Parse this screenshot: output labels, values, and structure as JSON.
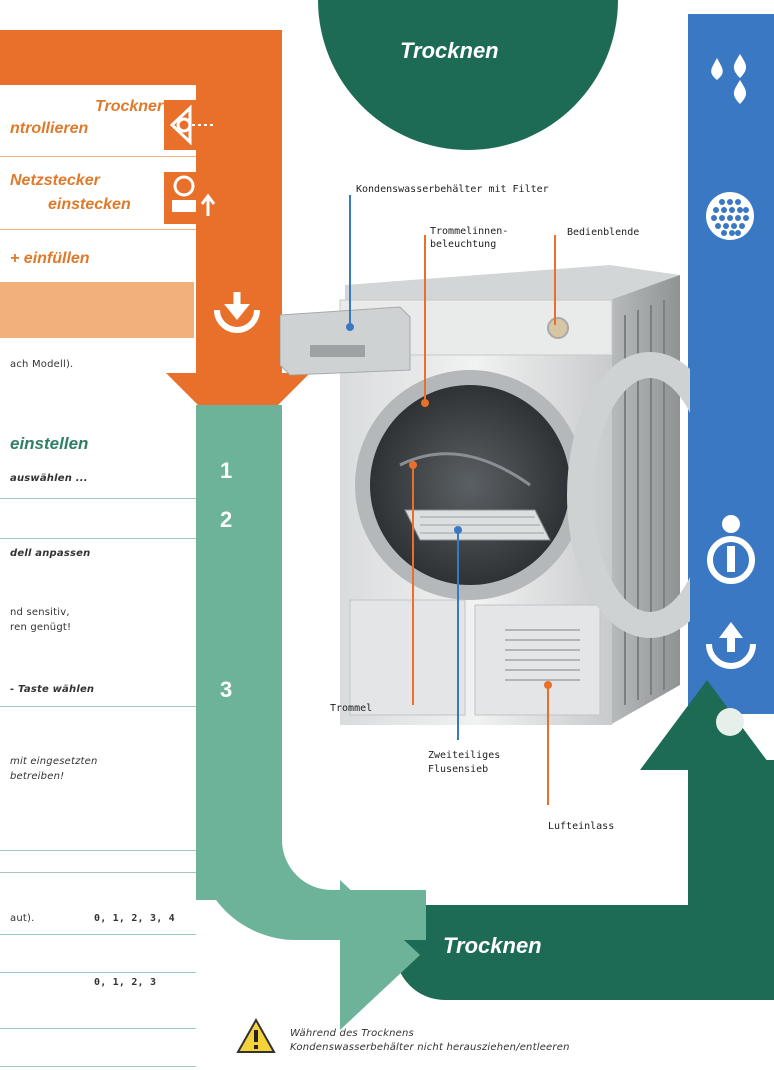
{
  "header": {
    "title": "Trocknen"
  },
  "left_panel": {
    "step1_title_line1": "Trockner",
    "step1_title_line2": "ntrollieren",
    "step2_title_line1": "Netzstecker",
    "step2_title_line2": "einstecken",
    "step3_title": "+ einfüllen",
    "note_model": "ach Modell).",
    "section_title": "einstellen",
    "item1": "auswählen ...",
    "item2": "dell anpassen",
    "item3_line1": "nd sensitiv,",
    "item3_line2": "ren genügt!",
    "item4": "- Taste wählen",
    "item5_line1": "mit eingesetzten",
    "item5_line2": "betreiben!",
    "row1_label": "aut).",
    "row1_values": "0, 1, 2, 3, 4",
    "row2_values": "0, 1, 2, 3"
  },
  "steps": {
    "one": "1",
    "two": "2",
    "three": "3"
  },
  "callouts": {
    "condensate": "Kondenswasserbehälter mit Filter",
    "drum_light_line1": "Trommelinnen-",
    "drum_light_line2": "beleuchtung",
    "control_panel": "Bedienblende",
    "drum": "Trommel",
    "lint_filter_line1": "Zweiteiliges",
    "lint_filter_line2": "Flusensieb",
    "air_inlet": "Lufteinlass"
  },
  "bottom": {
    "band_title": "Trocknen",
    "warning_line1": "Während des Trocknens",
    "warning_line2": "Kondenswasserbehälter nicht herausziehen/entleeren"
  },
  "icons": {
    "sidebar": [
      "water-drops-icon",
      "filter-dots-icon",
      "info-icon",
      "upload-icon",
      "circle-icon"
    ],
    "flow": [
      "download-arrow-icon",
      "eye-icon",
      "plug-icon",
      "warning-icon"
    ]
  },
  "colors": {
    "orange": "#e8702a",
    "light_orange": "#f2b07c",
    "green": "#6db39a",
    "dark_green": "#1e6b55",
    "blue": "#3a78c4"
  }
}
